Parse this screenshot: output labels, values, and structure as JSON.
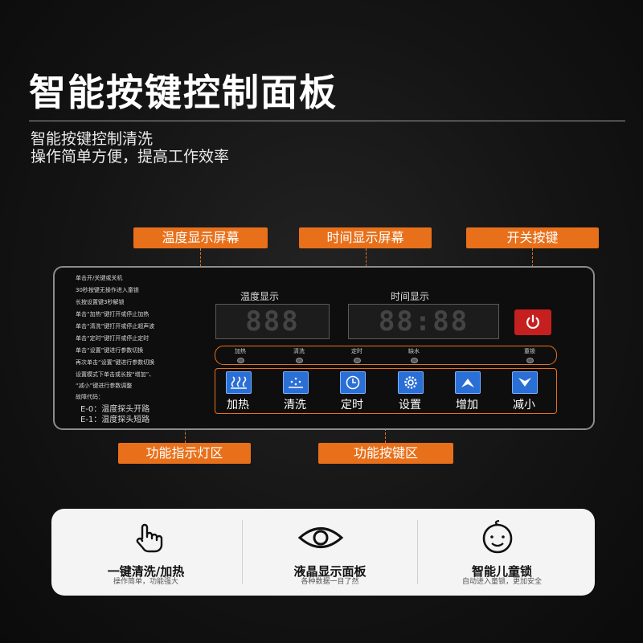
{
  "header": {
    "title": "智能按键控制面板",
    "subtitle_line1": "智能按键控制清洗",
    "subtitle_line2": "操作简单方便，提高工作效率"
  },
  "callouts": {
    "temp_display": "温度显示屏幕",
    "time_display": "时间显示屏幕",
    "power_key": "开关按键",
    "indicator_area": "功能指示灯区",
    "key_area": "功能按键区"
  },
  "panel": {
    "instructions": [
      "单击开/关键或关机",
      "30秒按键无操作进入童锁",
      "长按设置键3秒解锁",
      "单击“加热”键打开或停止加热",
      "单击“清洗”键打开或停止超声波",
      "单击“定时”键打开或停止定时",
      "单击“设置”键进行参数切换",
      "再次单击“设置”键进行参数切换",
      "设置模式下单击或长按“增加”、",
      "“减小”键进行参数调整",
      "故障代码："
    ],
    "error_codes": [
      "E-0：温度探头开路",
      "E-1：温度探头短路"
    ],
    "temp_display_label": "温度显示",
    "time_display_label": "时间显示",
    "temp_display_value": "888",
    "time_display_value": "88:88",
    "indicators": [
      "加热",
      "清洗",
      "定时",
      "缺水",
      "童锁"
    ],
    "keys": [
      {
        "label": "加热",
        "icon": "heat-waves-icon"
      },
      {
        "label": "清洗",
        "icon": "ultrasonic-clean-icon"
      },
      {
        "label": "定时",
        "icon": "clock-icon"
      },
      {
        "label": "设置",
        "icon": "gear-icon"
      },
      {
        "label": "增加",
        "icon": "arrow-up-icon"
      },
      {
        "label": "减小",
        "icon": "arrow-down-icon"
      }
    ]
  },
  "features": [
    {
      "title": "一键清洗/加热",
      "subtitle": "操作简单，功能强大",
      "icon": "hand-tap-icon"
    },
    {
      "title": "液晶显示面板",
      "subtitle": "各种数据一目了然",
      "icon": "eye-icon"
    },
    {
      "title": "智能儿童锁",
      "subtitle": "自动进入童锁，更加安全",
      "icon": "baby-face-icon"
    }
  ],
  "colors": {
    "accent": "#e8701a",
    "key_blue": "#2a6fd6",
    "power_red": "#c61f1f"
  }
}
